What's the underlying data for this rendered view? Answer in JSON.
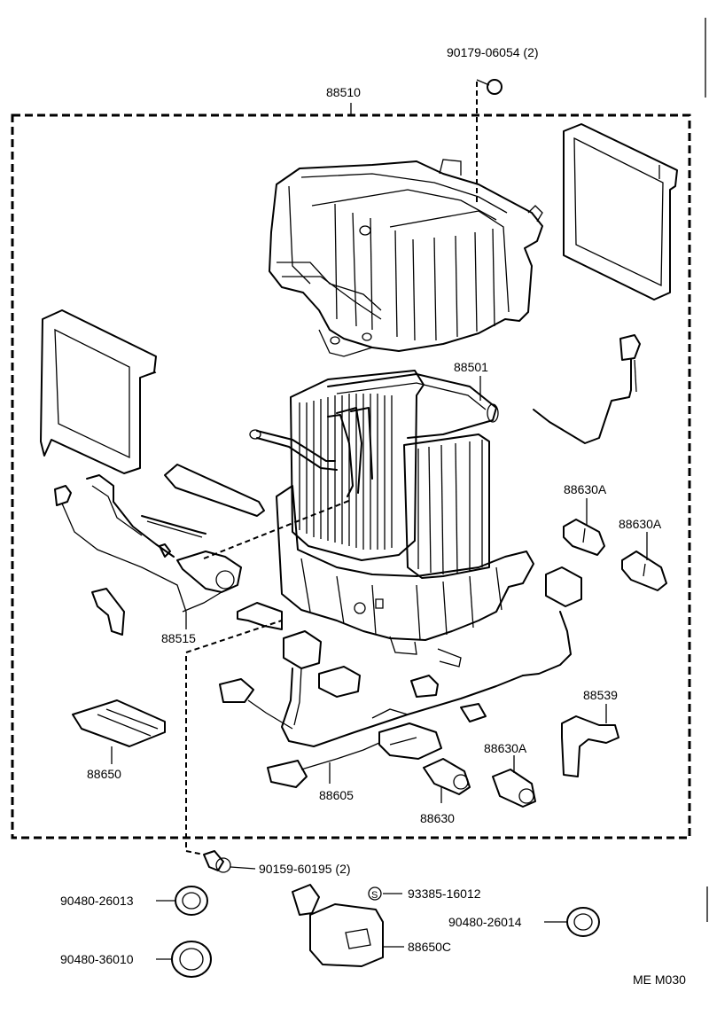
{
  "callouts": {
    "p90179": "90179-06054 (2)",
    "p88510": "88510",
    "p88501": "88501",
    "p88630A_1": "88630A",
    "p88630A_2": "88630A",
    "p88515": "88515",
    "p88539": "88539",
    "p88650": "88650",
    "p88630A_3": "88630A",
    "p88605": "88605",
    "p88630": "88630",
    "p90159": "90159-60195 (2)",
    "p90480_26013": "90480-26013",
    "p93385": "93385-16012",
    "p90480_26014": "90480-26014",
    "p90480_36010": "90480-36010",
    "p88650C": "88650C"
  },
  "figure_code": "ME M030",
  "symbols": {
    "s_mark": "S"
  }
}
